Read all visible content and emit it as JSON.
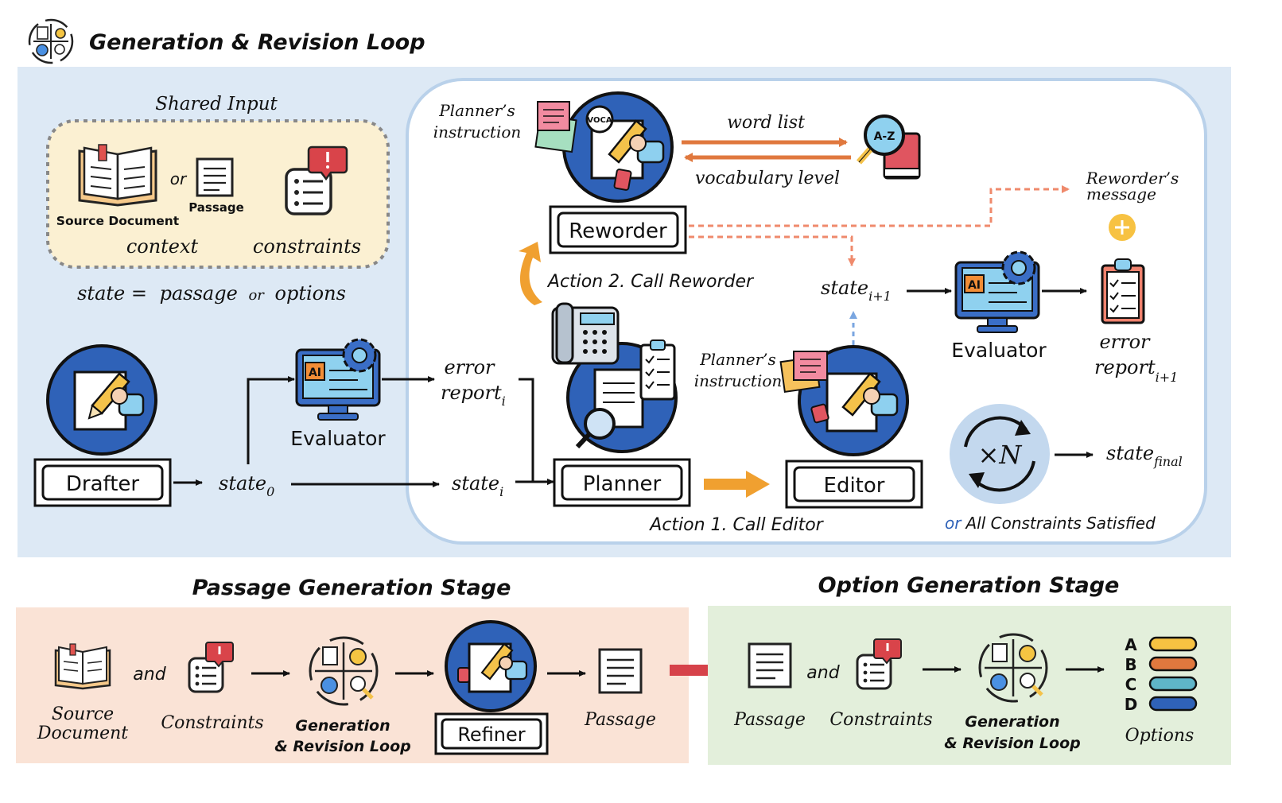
{
  "loop": {
    "title": "Generation & Revision Loop",
    "shared_input": {
      "heading": "Shared Input",
      "source_document": "Source Document",
      "or": "or",
      "passage": "Passage",
      "context": "context",
      "constraints": "constraints",
      "state_prefix": "state =",
      "state_passage": "passage",
      "state_or": "or",
      "state_options": "options"
    },
    "drafter": "Drafter",
    "state0": {
      "base": "state",
      "sub": "0"
    },
    "evaluator_left": "Evaluator",
    "error_report_i": {
      "line1": "error",
      "line2": "report",
      "sub": "i"
    },
    "state_i": {
      "base": "state",
      "sub": "i"
    },
    "planner": "Planner",
    "editor": "Editor",
    "reworder": "Reworder",
    "planners_instruction_top": [
      "Planner’s",
      "instruction"
    ],
    "planners_instruction_mid": [
      "Planner’s",
      "instruction"
    ],
    "word_list": "word list",
    "vocabulary_level": "vocabulary level",
    "reworders_message": [
      "Reworder’s",
      "message"
    ],
    "action2": "Action 2. Call Reworder",
    "action1": "Action 1. Call Editor",
    "state_next": {
      "base": "state",
      "sub": "i+1"
    },
    "evaluator_right": "Evaluator",
    "error_report_next": {
      "line1": "error",
      "line2": "report",
      "sub": "i+1"
    },
    "times_n": "×N",
    "state_final": {
      "base": "state",
      "sub": "final"
    },
    "or_word": "or",
    "all_constraints": "All Constraints Satisfied",
    "voca_label": "VOCA",
    "az_label": "A-Z",
    "ai_label": "AI"
  },
  "passage_stage": {
    "title": "Passage Generation Stage",
    "source_document": [
      "Source",
      "Document"
    ],
    "and": "and",
    "constraints": "Constraints",
    "loop": [
      "Generation",
      "& Revision Loop"
    ],
    "refiner": "Refiner",
    "passage": "Passage"
  },
  "option_stage": {
    "title": "Option Generation Stage",
    "passage": "Passage",
    "and": "and",
    "constraints": "Constraints",
    "loop": [
      "Generation",
      "& Revision Loop"
    ],
    "options": "Options",
    "letters": [
      "A",
      "B",
      "C",
      "D"
    ]
  },
  "colors": {
    "loop_bg": "#dde9f5",
    "inner_border": "#b9d1ea",
    "shared_bg": "#fbf0d2",
    "passage_bg": "#fae3d6",
    "option_bg": "#e3efdb",
    "circle_blue": "#2f62b8",
    "arrow_orange": "#f0a030",
    "arrow_dash_red": "#ef8a6c",
    "arrow_dash_blue": "#7aa6e0",
    "stage_arrow_red": "#d6424a",
    "orange_bar": "#e0783e",
    "or_blue": "#2f62b8"
  }
}
